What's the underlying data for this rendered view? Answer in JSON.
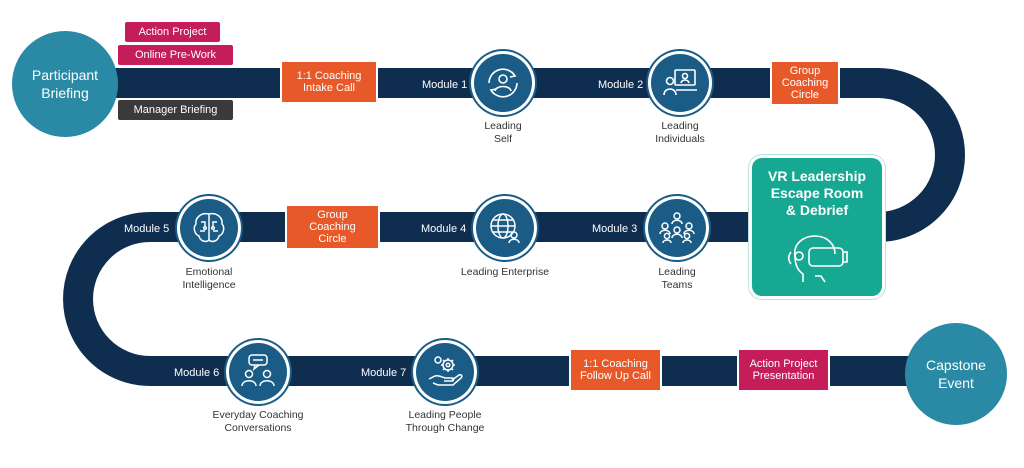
{
  "start": {
    "label": "Participant\nBriefing"
  },
  "end": {
    "label": "Capstone\nEvent"
  },
  "tags": {
    "action_project": "Action Project",
    "online_prework": "Online Pre-Work",
    "manager_briefing": "Manager Briefing",
    "coaching_intake": "1:1 Coaching\nIntake Call",
    "group_coaching_1": "Group\nCoaching\nCircle",
    "group_coaching_2": "Group\nCoaching\nCircle",
    "coaching_followup": "1:1 Coaching\nFollow Up Call",
    "action_presentation": "Action Project\nPresentation"
  },
  "vr": {
    "title": "VR Leadership\nEscape Room\n& Debrief",
    "icon": "vr-headset-icon"
  },
  "modules": [
    {
      "label": "Module 1",
      "caption": "Leading\nSelf",
      "icon": "self-icon"
    },
    {
      "label": "Module 2",
      "caption": "Leading\nIndividuals",
      "icon": "individual-icon"
    },
    {
      "label": "Module 3",
      "caption": "Leading\nTeams",
      "icon": "team-icon"
    },
    {
      "label": "Module 4",
      "caption": "Leading Enterprise",
      "icon": "globe-icon"
    },
    {
      "label": "Module 5",
      "caption": "Emotional\nIntelligence",
      "icon": "brain-icon"
    },
    {
      "label": "Module 6",
      "caption": "Everyday Coaching\nConversations",
      "icon": "conversation-icon"
    },
    {
      "label": "Module 7",
      "caption": "Leading People\nThrough Change",
      "icon": "change-icon"
    }
  ],
  "colors": {
    "track": "#0f2d4f",
    "circle": "#2a8aa6",
    "icon_circle": "#1a5c86",
    "crimson": "#c41d5a",
    "orange": "#e8592a",
    "dark": "#3a3a3a",
    "teal": "#17a893"
  }
}
